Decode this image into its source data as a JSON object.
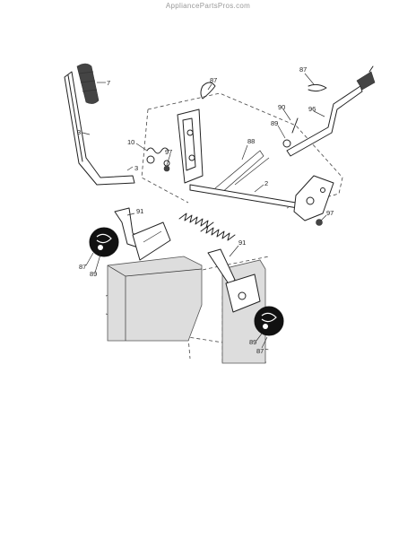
{
  "watermark": "AppliancePartsPros.com",
  "callouts": {
    "c7": "7",
    "c3a": "3",
    "c3b": "3",
    "c10": "10",
    "c97a": "97",
    "c87top": "87",
    "c88": "88",
    "c2": "2",
    "c87right": "87",
    "c90": "90",
    "c89right": "89",
    "c96": "96",
    "c97b": "97",
    "c91left": "91",
    "c87left": "87",
    "c89left": "89",
    "c91right": "91",
    "c89bottom": "89",
    "c87bottom": "87"
  }
}
